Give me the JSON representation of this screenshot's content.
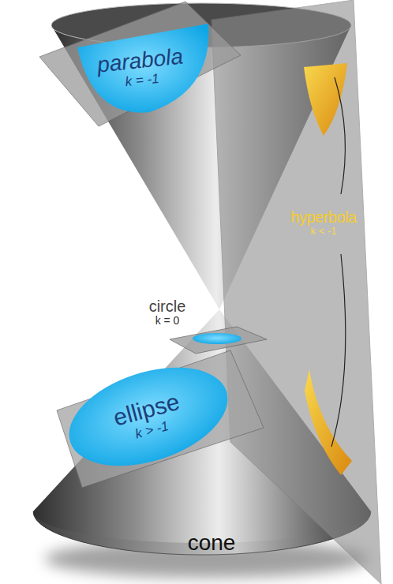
{
  "diagram": {
    "nodes": [
      {
        "text": [
          "parabola",
          "k = -1"
        ]
      },
      {
        "text": [
          "hyperbola",
          "k < -1"
        ]
      },
      {
        "text": [
          "circle",
          "k = 0"
        ]
      },
      {
        "text": [
          "ellipse",
          "k > -1"
        ]
      },
      {
        "text": [
          "cone"
        ]
      }
    ]
  }
}
